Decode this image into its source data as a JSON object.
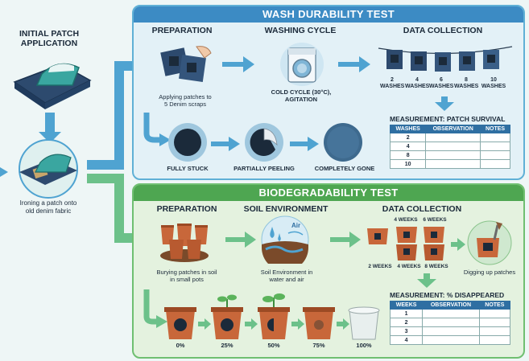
{
  "initial": {
    "title_line1": "INITIAL PATCH",
    "title_line2": "APPLICATION",
    "caption_line1": "Ironing a patch onto",
    "caption_line2": "old denim fabric"
  },
  "wash": {
    "banner": "WASH DURABILITY TEST",
    "prep_title": "PREPARATION",
    "prep_caption_line1": "Applying patches to",
    "prep_caption_line2": "5 Denim scraps",
    "cycle_title": "WASHING CYCLE",
    "cycle_caption_line1": "COLD CYCLE (30°C),",
    "cycle_caption_line2": "AGITATION",
    "data_title": "DATA COLLECTION",
    "washes": [
      {
        "n": "2",
        "label": "WASHES"
      },
      {
        "n": "4",
        "label": "WASHES"
      },
      {
        "n": "6",
        "label": "WASHES"
      },
      {
        "n": "8",
        "label": "WASHES"
      },
      {
        "n": "10",
        "label": "WASHES"
      }
    ],
    "states": [
      "FULLY STUCK",
      "PARTIALLY PEELING",
      "COMPLETELY GONE"
    ],
    "measurement_title": "MEASUREMENT: PATCH SURVIVAL",
    "table_headers": [
      "WASHES",
      "OBSERVATION",
      "NOTES"
    ],
    "table_rows": [
      "2",
      "4",
      "8",
      "10"
    ]
  },
  "bio": {
    "banner": "BIODEGRADABILITY TEST",
    "prep_title": "PREPARATION",
    "prep_caption_line1": "Burying patches in soil",
    "prep_caption_line2": "in small pots",
    "soil_title": "SOIL ENVIRONMENT",
    "air_label": "Air",
    "soil_caption_line1": "Soil Environment in",
    "soil_caption_line2": "water and air",
    "data_title": "DATA COLLECTION",
    "week_labels": [
      "4 WEEKS",
      "6 WEEKS",
      "2 WEEKS",
      "4 WEEKS",
      "8 WEEKS"
    ],
    "dig_caption": "Digging up patches",
    "percents": [
      "0%",
      "25%",
      "50%",
      "75%",
      "100%"
    ],
    "measurement_title": "MEASUREMENT: % DISAPPEARED",
    "table_headers": [
      "WEEKS",
      "OBSERVATION",
      "NOTES"
    ],
    "table_rows": [
      "1",
      "2",
      "3",
      "4"
    ]
  },
  "colors": {
    "wash_accent": "#3c8bc4",
    "bio_accent": "#4ea651",
    "arrow_blue": "#4fa3d1",
    "arrow_green": "#6cc18a",
    "denim": "#2d4a6e",
    "pot": "#c8673a"
  }
}
